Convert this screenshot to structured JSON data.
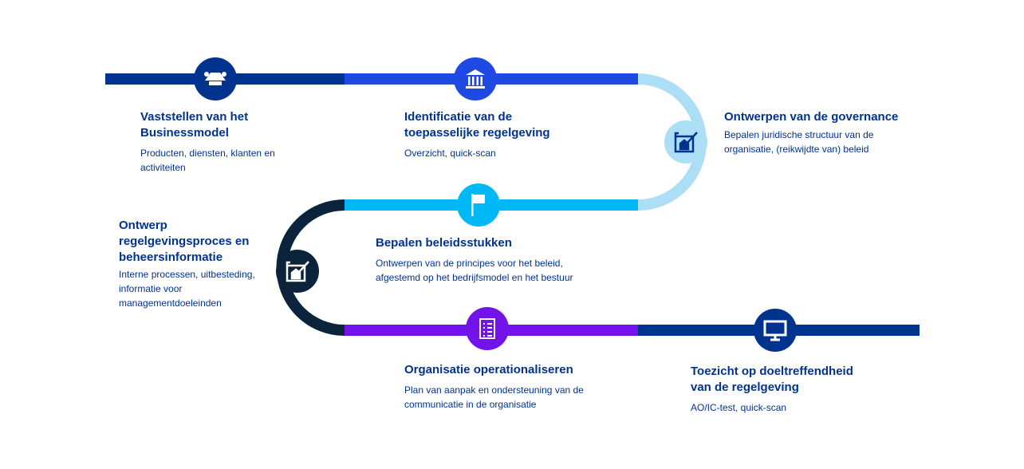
{
  "colors": {
    "navy": "#00338d",
    "blue": "#1e49e2",
    "light_blue": "#acdff5",
    "cyan": "#00b8f5",
    "dark": "#0c233c",
    "purple": "#7213ea",
    "text": "#00338d"
  },
  "steps": [
    {
      "title": "Vaststellen van het Businessmodel",
      "description": "Producten, diensten, klanten en activiteiten",
      "icon": "handshake-icon"
    },
    {
      "title": "Identificatie van de toepasselijke regelgeving",
      "description": "Overzicht, quick-scan",
      "icon": "building-icon"
    },
    {
      "title": "Ontwerpen van de governance",
      "description": "Bepalen juridische structuur van de organisatie, (reikwijdte van) beleid",
      "icon": "blueprint-icon"
    },
    {
      "title": "Bepalen beleidsstukken",
      "description": "Ontwerpen van de principes voor het beleid, afgestemd op het bedrijfsmodel en het bestuur",
      "icon": "flag-icon"
    },
    {
      "title": "Ontwerp regelgevingsproces en beheersinformatie",
      "description": "Interne processen, uitbesteding, informatie voor managementdoeleinden",
      "icon": "blueprint-icon"
    },
    {
      "title": "Organisatie operationaliseren",
      "description": "Plan van aanpak en ondersteuning van de communicatie in de organisatie",
      "icon": "checklist-icon"
    },
    {
      "title": "Toezicht op doeltreffendheid van de regelgeving",
      "description": "AO/IC-test, quick-scan",
      "icon": "monitor-icon"
    }
  ]
}
